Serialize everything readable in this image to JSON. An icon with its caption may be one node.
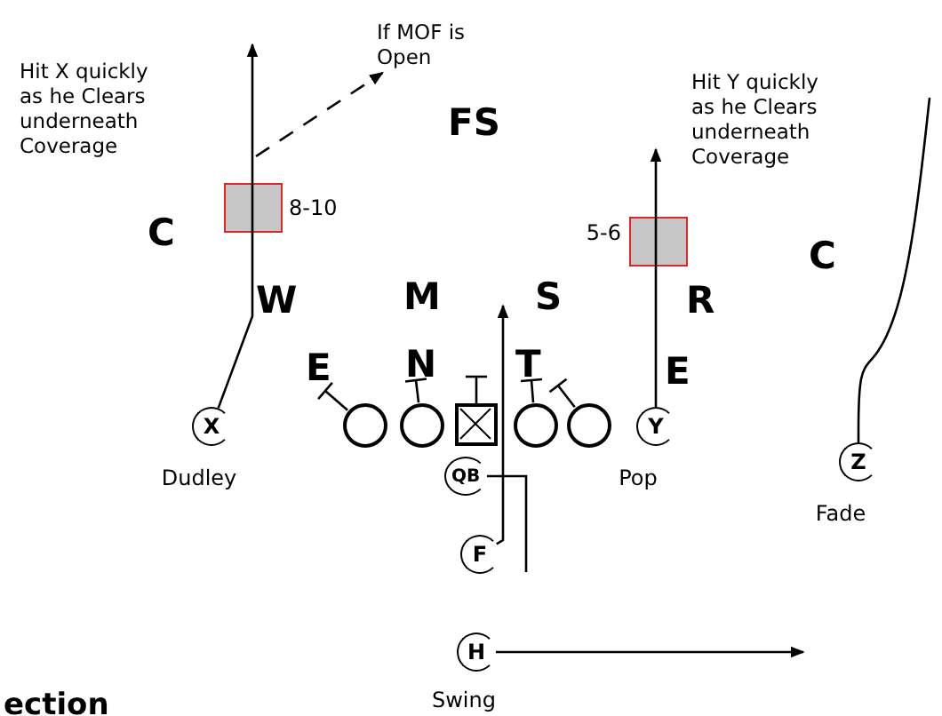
{
  "diagram": {
    "nodes": [
      {
        "text": [
          "X"
        ],
        "beside": [
          "Dudley"
        ]
      },
      {
        "text": [],
        "shape": "box",
        "beside": [
          "8-10"
        ]
      },
      {
        "text": [
          "If MOF is Open"
        ]
      },
      {
        "text": [
          "Y"
        ],
        "beside": [
          "Pop"
        ]
      },
      {
        "text": [],
        "shape": "box",
        "beside": [
          "5-6"
        ]
      },
      {
        "text": [
          "Z"
        ],
        "beside": [
          "Fade"
        ]
      },
      {
        "text": [],
        "shape": "circle"
      },
      {
        "text": [],
        "shape": "circle"
      },
      {
        "text": [],
        "shape": "square"
      },
      {
        "text": [],
        "shape": "circle"
      },
      {
        "text": [],
        "shape": "circle"
      },
      {
        "text": [
          "QB"
        ]
      },
      {
        "text": [
          "F"
        ]
      },
      {
        "text": [
          "H"
        ],
        "beside": [
          "Swing"
        ]
      }
    ],
    "edges": [
      {
        "from": 0,
        "to": null,
        "arrow": "to"
      },
      {
        "from": null,
        "to": 2,
        "arrow": "to",
        "style": "dashed"
      },
      {
        "from": 3,
        "to": null,
        "arrow": "to"
      },
      {
        "from": 5,
        "to": null,
        "arrow": "none"
      },
      {
        "from": 12,
        "to": null,
        "arrow": "to"
      },
      {
        "from": 11,
        "to": null,
        "arrow": "none"
      },
      {
        "from": 13,
        "to": null,
        "arrow": "to"
      },
      {
        "from": 6,
        "to": null,
        "arrow": "other"
      },
      {
        "from": 7,
        "to": null,
        "arrow": "other"
      },
      {
        "from": 8,
        "to": null,
        "arrow": "other"
      },
      {
        "from": 9,
        "to": null,
        "arrow": "other"
      },
      {
        "from": 10,
        "to": null,
        "arrow": "other"
      }
    ],
    "labels": [
      "Hit X quickly as he Clears underneath Coverage",
      "FS",
      "Hit Y quickly as he Clears underneath Coverage",
      "C",
      "C",
      "W",
      "M",
      "S",
      "R",
      "E",
      "N",
      "T",
      "E",
      "ection"
    ]
  }
}
